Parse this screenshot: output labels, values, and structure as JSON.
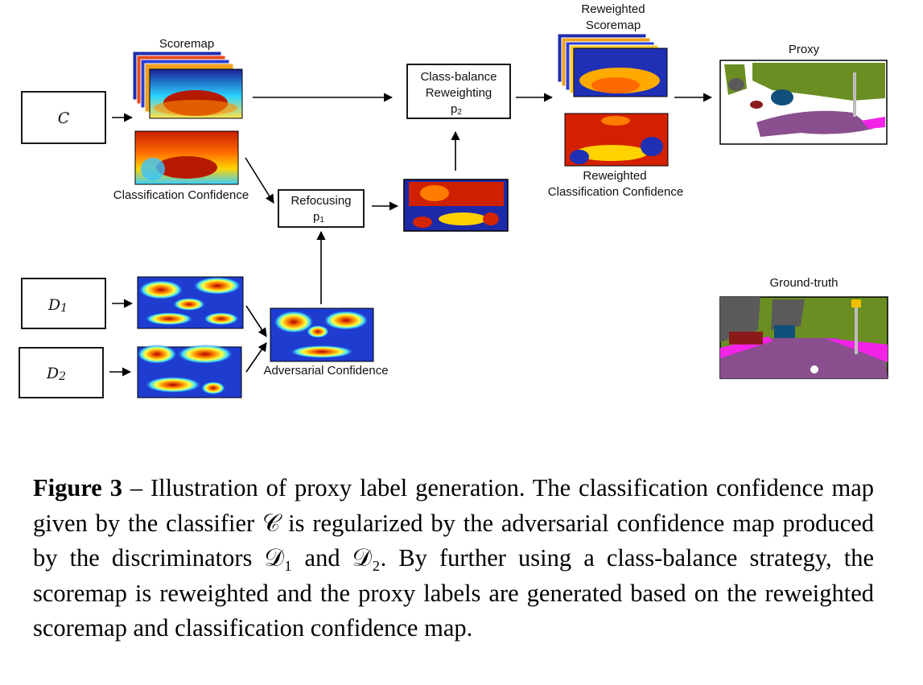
{
  "boxes": {
    "classifier": "C",
    "disc1": "D",
    "disc1_sub": "1",
    "disc2": "D",
    "disc2_sub": "2",
    "refocusing_line1": "Refocusing",
    "refocusing_line2": "p",
    "refocusing_sub": "1",
    "classbalance_line1": "Class-balance",
    "classbalance_line2": "Reweighting",
    "classbalance_line3": "p",
    "classbalance_sub": "2"
  },
  "labels": {
    "scoremap": "Scoremap",
    "classification_confidence": "Classification Confidence",
    "adversarial_confidence": "Adversarial Confidence",
    "reweighted_scoremap_line1": "Reweighted",
    "reweighted_scoremap_line2": "Scoremap",
    "reweighted_conf_line1": "Reweighted",
    "reweighted_conf_line2": "Classification Confidence",
    "proxy": "Proxy",
    "ground_truth": "Ground-truth"
  },
  "caption": {
    "label": "Figure 3",
    "text": " – Illustration of proxy label generation. The classification confidence map given by the classifier 𝒞 is regularized by the adversarial confidence map produced by the discriminators 𝒟₁ and 𝒟₂. By further using a class-balance strategy, the scoremap is reweighted and the proxy labels are generated based on the reweighted scoremap and classification confidence map."
  },
  "colors": {
    "heat_low": "#1f2fbf",
    "heat_mid": "#2bd3ff",
    "heat_high": "#c81e00",
    "seg_road": "#8a4f8e",
    "seg_vegetation": "#6b8e23",
    "seg_sidewalk": "#f423e8",
    "seg_building": "#5a5a5a",
    "seg_car": "#10507a"
  }
}
